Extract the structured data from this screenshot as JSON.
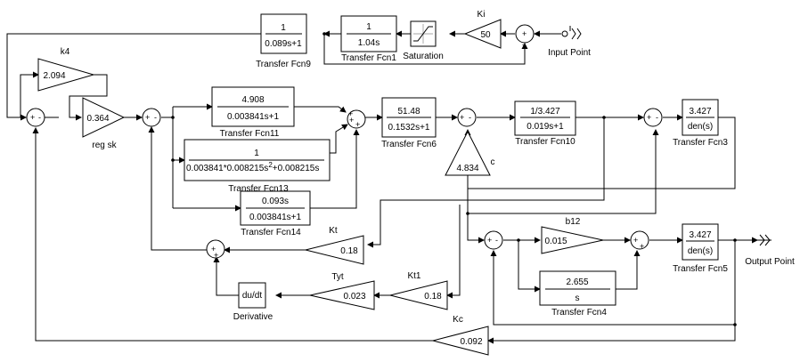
{
  "blocks": {
    "tf9": {
      "num": "1",
      "den": "0.089s+1",
      "name": "Transfer Fcn9"
    },
    "tf1": {
      "num": "1",
      "den": "1.04s",
      "name": "Transfer Fcn1"
    },
    "saturation": {
      "name": "Saturation"
    },
    "ki": {
      "value": "50",
      "name": "Ki"
    },
    "input": {
      "name": "Input Point"
    },
    "k4": {
      "value": "2.094",
      "name": "k4"
    },
    "regsk": {
      "value": "0.364",
      "name": "reg sk"
    },
    "tf11": {
      "num": "4.908",
      "den": "0.003841s+1",
      "name": "Transfer Fcn11"
    },
    "tf13": {
      "num": "1",
      "den_pre": "0.003841*0.008215s",
      "den_exp": "2",
      "den_post": "+0.008215s",
      "name": "Transfer Fcn13"
    },
    "tf14": {
      "num": "0.093s",
      "den": "0.003841s+1",
      "name": "Transfer Fcn14"
    },
    "tf6": {
      "num": "51.48",
      "den": "0.1532s+1",
      "name": "Transfer Fcn6"
    },
    "c": {
      "value": "4.834",
      "name": "c"
    },
    "tf10": {
      "num": "1/3.427",
      "den": "0.019s+1",
      "name": "Transfer Fcn10"
    },
    "tf3": {
      "num": "3.427",
      "den": "den(s)",
      "name": "Transfer Fcn3"
    },
    "kt": {
      "value": "0.18",
      "name": "Kt"
    },
    "b12": {
      "value": "0.015",
      "name": "b12"
    },
    "tf5": {
      "num": "3.427",
      "den": "den(s)",
      "name": "Transfer Fcn5"
    },
    "output": {
      "name": "Output Point"
    },
    "tf4": {
      "num": "2.655",
      "den": "s",
      "name": "Transfer Fcn4"
    },
    "tyt": {
      "value": "0.023",
      "name": "Tyt"
    },
    "kt1": {
      "value": "0.18",
      "name": "Kt1"
    },
    "derivative": {
      "value": "du/dt",
      "name": "Derivative"
    },
    "kc": {
      "value": "0.092",
      "name": "Kc"
    }
  },
  "sum_signs": {
    "plus": "+",
    "minus": "-",
    "sum_main": {
      "a": "+",
      "b": "-"
    },
    "sum_mid": {
      "a": "+",
      "b": "-"
    },
    "sum_input": {
      "a": "+",
      "b": "-"
    },
    "sum_a": {
      "a": "+",
      "b": "+",
      "c": "+"
    },
    "sum_b": {
      "a": "+",
      "b": "-"
    },
    "sum_c": {
      "a": "+",
      "b": "-"
    },
    "sum_d": {
      "a": "+",
      "b": "-"
    },
    "sum_e": {
      "a": "+",
      "b": "-"
    },
    "sum_f": {
      "a": "+",
      "b": "+"
    },
    "sum_g": {
      "a": "+",
      "b": "+"
    }
  }
}
